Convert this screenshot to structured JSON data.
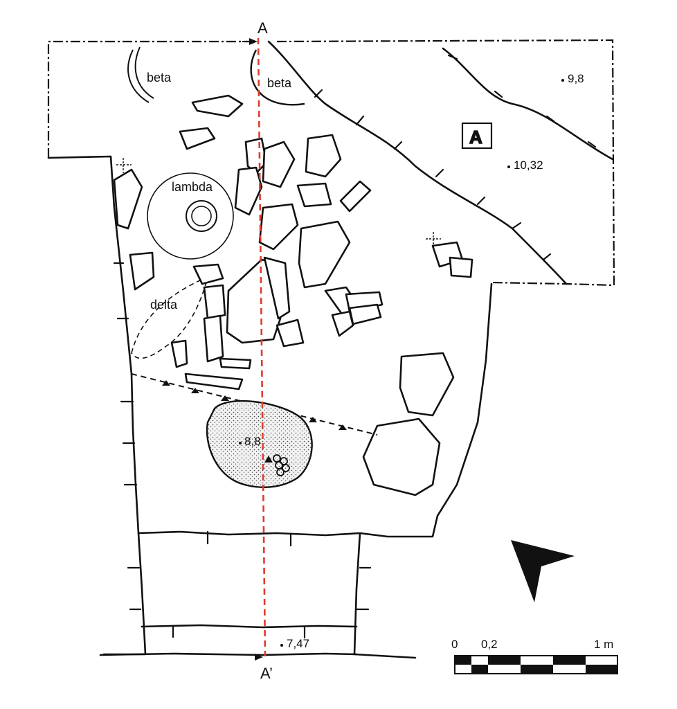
{
  "section": {
    "start_label": "A",
    "end_label": "A’",
    "line_color": "#e03a2e"
  },
  "labels": {
    "beta_left": "beta",
    "beta_right": "beta",
    "lambda": "lambda",
    "delta": "delta",
    "area": "A"
  },
  "elevations": [
    "9,8",
    "10,32",
    "8,8",
    "7,47"
  ],
  "scale": {
    "tick_0": "0",
    "tick_02": "0,2",
    "tick_end": "1 m"
  },
  "icons": {
    "north": "north-arrow-icon"
  }
}
